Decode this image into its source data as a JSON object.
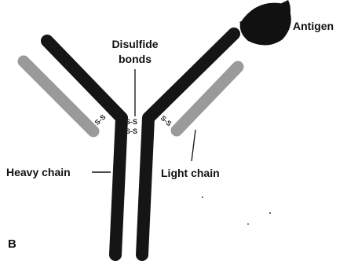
{
  "labels": {
    "antigen": "Antigen",
    "disulfide_line1": "Disulfide",
    "disulfide_line2": "bonds",
    "heavy_chain": "Heavy chain",
    "light_chain": "Light chain",
    "panel": "B"
  },
  "bond_text": "S-S",
  "colors": {
    "heavy_chain": "#151515",
    "light_chain": "#9a9a9a",
    "antigen": "#111111",
    "text": "#111111"
  }
}
